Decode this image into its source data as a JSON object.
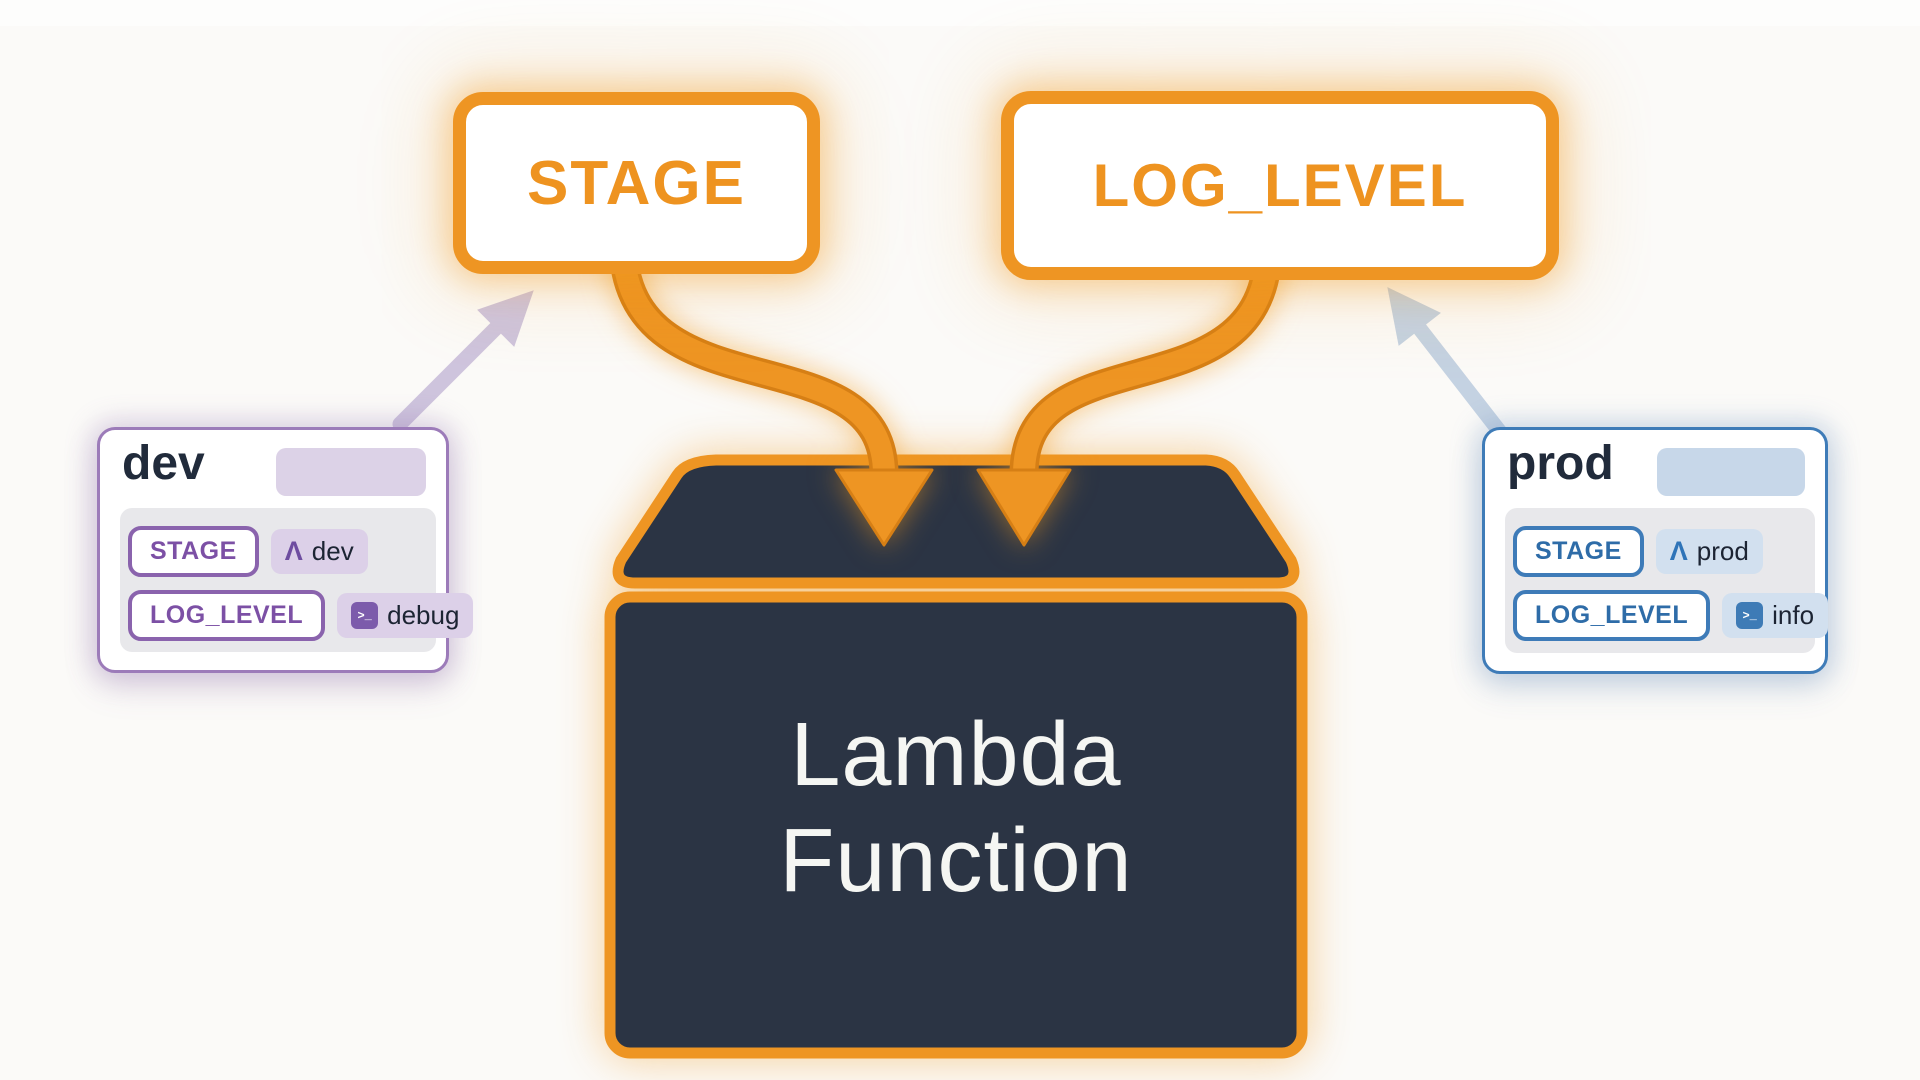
{
  "env_boxes": [
    {
      "label": "STAGE"
    },
    {
      "label": "LOG_LEVEL"
    }
  ],
  "lambda": {
    "title_line1": "Lambda",
    "title_line2": "Function"
  },
  "cards": {
    "dev": {
      "title": "dev",
      "rows": [
        {
          "key": "STAGE",
          "value": "dev",
          "icon": "lambda-icon"
        },
        {
          "key": "LOG_LEVEL",
          "value": "debug",
          "icon": "terminal-icon"
        }
      ]
    },
    "prod": {
      "title": "prod",
      "rows": [
        {
          "key": "STAGE",
          "value": "prod",
          "icon": "lambda-icon"
        },
        {
          "key": "LOG_LEVEL",
          "value": "info",
          "icon": "terminal-icon"
        }
      ]
    }
  },
  "icons": {
    "lambda": "Λ",
    "terminal": ">_"
  },
  "colors": {
    "orange": "#ee9523",
    "orange_dark": "#d67f15",
    "navy": "#2b3444",
    "purple_border": "#9c7bb9",
    "purple_text": "#7c50a5",
    "purple_pill_bg": "#dcd0e8",
    "blue_border": "#3f7cb8",
    "blue_text": "#2e6ca8",
    "blue_pill_bg": "#d2e0ef",
    "arrow_lavender": "#cec4dd",
    "arrow_blue": "#c4d2e2",
    "background": "#fbfaf8"
  }
}
